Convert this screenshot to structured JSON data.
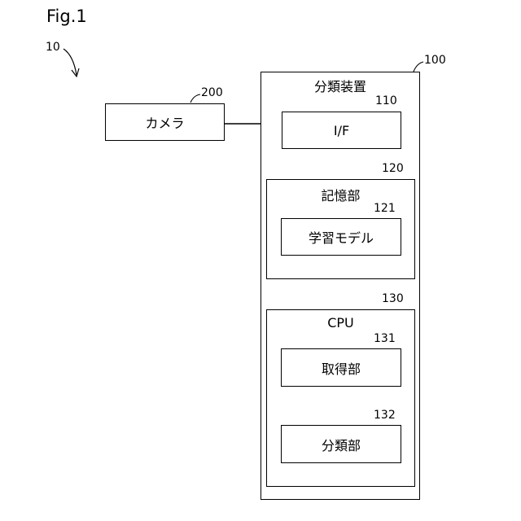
{
  "figure": {
    "title": "Fig.1",
    "system_ref": "10"
  },
  "camera": {
    "label": "カメラ",
    "ref": "200"
  },
  "device": {
    "title": "分類装置",
    "ref": "100",
    "interface": {
      "label": "I/F",
      "ref": "110"
    },
    "storage": {
      "title": "記憶部",
      "ref": "120",
      "model": {
        "label": "学習モデル",
        "ref": "121"
      }
    },
    "cpu": {
      "title": "CPU",
      "ref": "130",
      "acquisition": {
        "label": "取得部",
        "ref": "131"
      },
      "classification": {
        "label": "分類部",
        "ref": "132"
      }
    }
  }
}
